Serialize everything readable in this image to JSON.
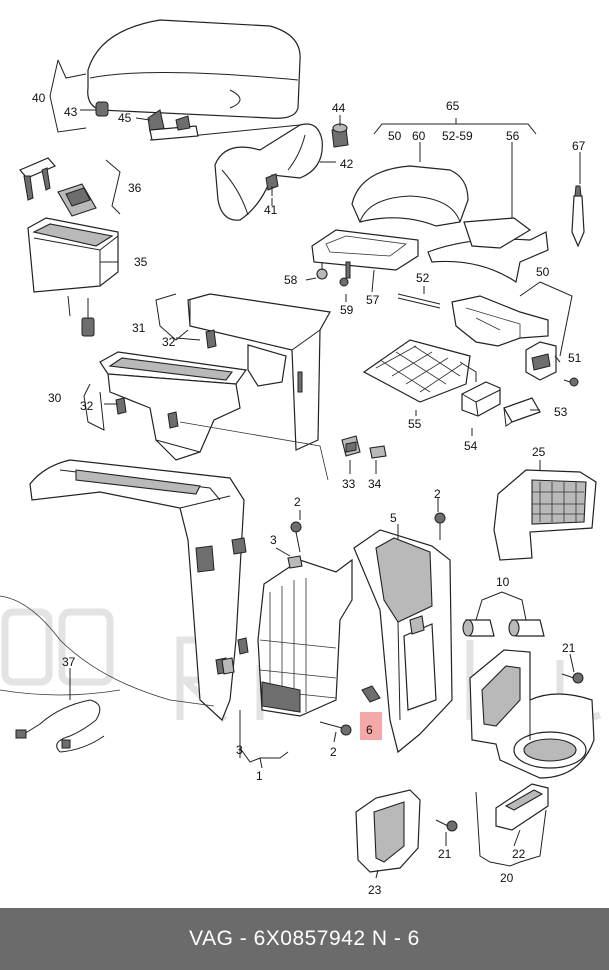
{
  "callouts": {
    "c1": "1",
    "c2a": "2",
    "c2b": "2",
    "c2c": "2",
    "c3a": "3",
    "c3b": "3",
    "c5": "5",
    "c6": "6",
    "c10": "10",
    "c20": "20",
    "c21a": "21",
    "c21b": "21",
    "c22": "22",
    "c23": "23",
    "c25": "25",
    "c30": "30",
    "c31": "31",
    "c32a": "32",
    "c32b": "32",
    "c33": "33",
    "c34": "34",
    "c35": "35",
    "c36": "36",
    "c37": "37",
    "c40": "40",
    "c41": "41",
    "c42": "42",
    "c43": "43",
    "c44": "44",
    "c45": "45",
    "c50a": "50",
    "c50b": "50",
    "c51": "51",
    "c52a": "52",
    "c52b": "52-59",
    "c53": "53",
    "c54": "54",
    "c55": "55",
    "c56": "56",
    "c57": "57",
    "c58": "58",
    "c59": "59",
    "c60": "60",
    "c65": "65",
    "c67": "67"
  },
  "footer": {
    "brand": "VAG",
    "part_number": "6X0857942",
    "position": "N - 6",
    "text": "VAG - 6X0857942     N - 6"
  },
  "highlight": {
    "callout": "6",
    "color": "#f4a8a8"
  },
  "colors": {
    "footer_bg": "#6b6b6b",
    "footer_text": "#ffffff",
    "line": "#222222"
  }
}
